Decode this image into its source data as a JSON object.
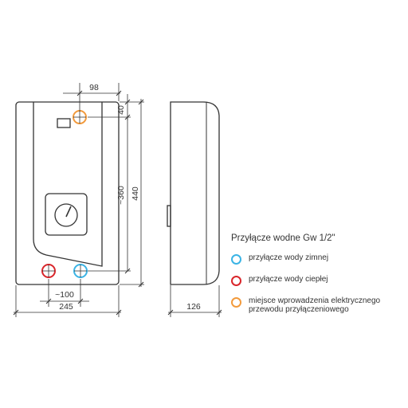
{
  "dimensions": {
    "top_offset": "98",
    "top_margin": "40",
    "pipe_spacing": "~360",
    "height": "440",
    "connector_spacing": "~100",
    "width": "245",
    "depth": "126"
  },
  "legend": {
    "title": "Przyłącze wodne  Gw 1/2\"",
    "items": [
      {
        "text_lines": [
          "przyłącze wody zimnej"
        ],
        "color": "#3bb4e5"
      },
      {
        "text_lines": [
          "przyłącze wody ciepłej"
        ],
        "color": "#d9262b"
      },
      {
        "text_lines": [
          "miejsce wprowadzenia elektrycznego",
          "przewodu przyłączeniowego"
        ],
        "color": "#f29a3c"
      }
    ]
  },
  "colors": {
    "cold": "#3bb4e5",
    "hot": "#d9262b",
    "electric": "#f29a3c",
    "line": "#333333"
  }
}
